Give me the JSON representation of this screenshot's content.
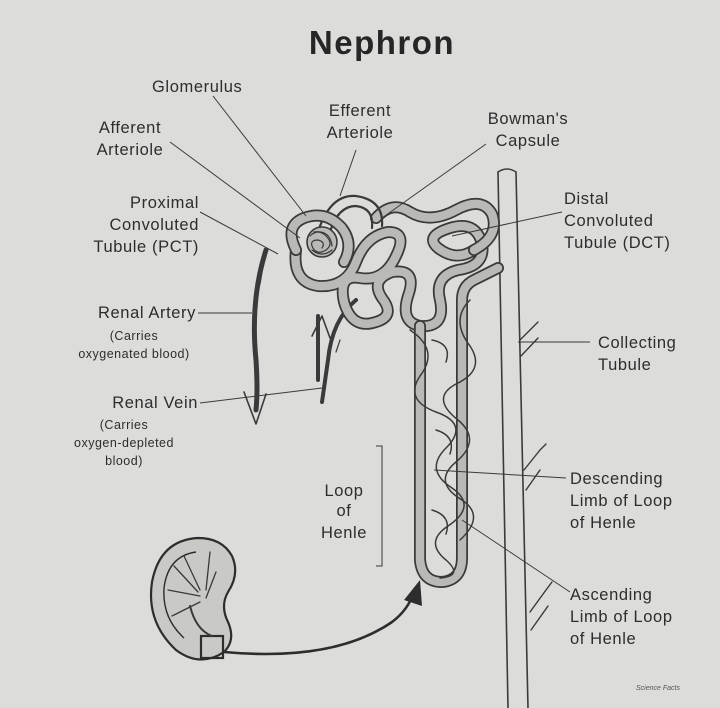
{
  "title": "Nephron",
  "labels": {
    "glomerulus": "Glomerulus",
    "efferent": [
      "Efferent",
      "Arteriole"
    ],
    "bowmans": [
      "Bowman's",
      "Capsule"
    ],
    "afferent": [
      "Afferent",
      "Arteriole"
    ],
    "pct": [
      "Proximal",
      "Convoluted",
      "Tubule (PCT)"
    ],
    "dct": [
      "Distal",
      "Convoluted",
      "Tubule (DCT)"
    ],
    "renal_artery": "Renal Artery",
    "renal_artery_note": [
      "(Carries",
      "oxygenated blood)"
    ],
    "collecting": [
      "Collecting",
      "Tubule"
    ],
    "renal_vein": "Renal Vein",
    "renal_vein_note": [
      "(Carries",
      "oxygen-depleted",
      "blood)"
    ],
    "loop": [
      "Loop",
      "of",
      "Henle"
    ],
    "descending": [
      "Descending",
      "Limb of Loop",
      "of Henle"
    ],
    "ascending": [
      "Ascending",
      "Limb of Loop",
      "of Henle"
    ]
  },
  "watermark": "Science Facts",
  "icons": {
    "kidney": "kidney-icon",
    "glomerulus": "glomerulus-icon"
  },
  "colors": {
    "background": "#dcdcda",
    "ink": "#2d2d2d",
    "tubule_fill": "#b9b9b6"
  }
}
